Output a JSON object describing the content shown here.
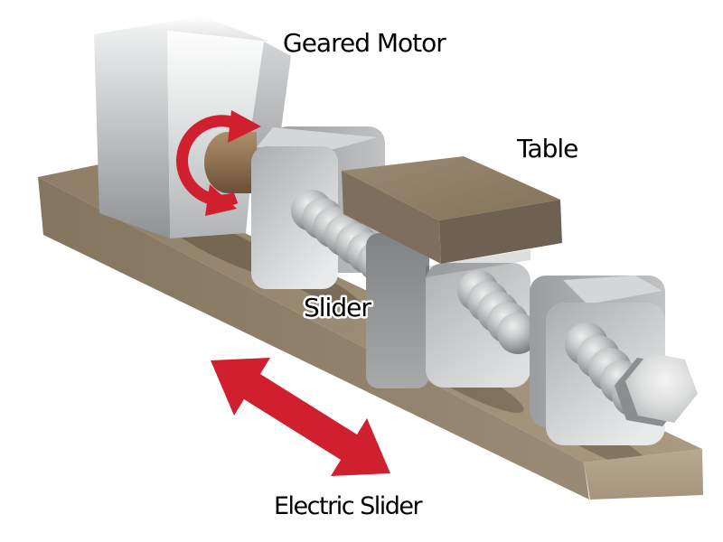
{
  "scene": {
    "background": "#ffffff",
    "title": "Electric Slider",
    "labels": {
      "geared_motor": "Geared Motor",
      "table": "Table",
      "slider": "Slider",
      "electric_slider": "Electric Slider"
    },
    "colors": {
      "accent_red": "#d01f2e",
      "wood_base_top": "#9a8a72",
      "wood_base_front": "#8c7d69",
      "wood_base_end": "#b3a48c",
      "table_brown_top": "#8d7d69",
      "table_brown_front": "#6f6152",
      "metal_light": "#e6e7e8",
      "metal_mid": "#b5b8ba",
      "metal_dark": "#909294",
      "shaft_brown": "#8d7150",
      "label_color": "#000000"
    }
  }
}
